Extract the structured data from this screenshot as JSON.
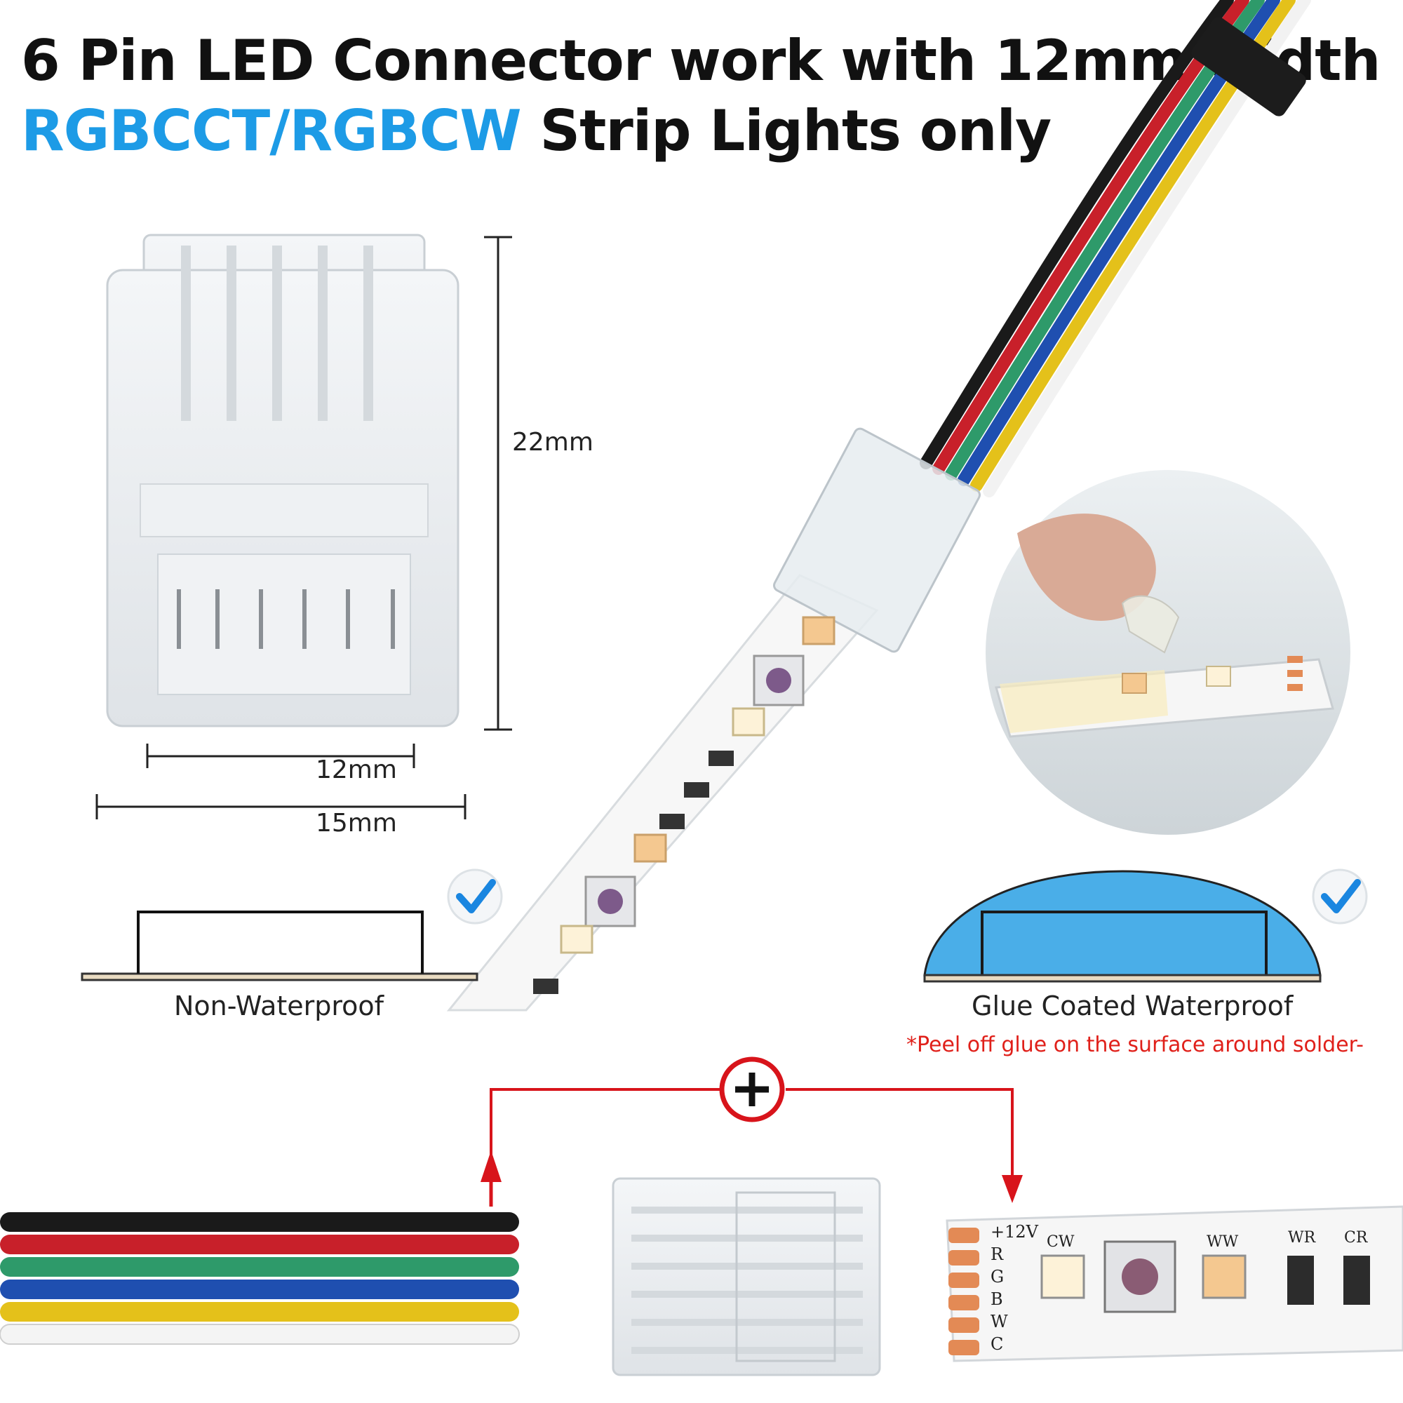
{
  "title": {
    "line1": "6 Pin LED Connector work with 12mm width",
    "line2_accent": "RGBCCT/RGBCW",
    "line2_rest": " Strip Lights only"
  },
  "dimensions": {
    "height": "22mm",
    "inner_width": "12mm",
    "outer_width": "15mm"
  },
  "options": {
    "non_waterproof": "Non-Waterproof",
    "waterproof": "Glue Coated Waterproof",
    "waterproof_note": "*Peel off glue on the surface around solder-"
  },
  "strip_labels": {
    "pads": [
      "+12V",
      "R",
      "G",
      "B",
      "W",
      "C"
    ],
    "leds": [
      "CW",
      "WW",
      "WR",
      "CR"
    ]
  },
  "colors": {
    "accent": "#1d9be6",
    "waterproof_fill": "#4aaee8",
    "note": "#e0201a",
    "arrow": "#d8141b",
    "check": "#1a86e0",
    "wires": [
      "#1a1a1a",
      "#c8202a",
      "#2e9a6a",
      "#1f4fb0",
      "#e4c11a",
      "#f4f4f4"
    ]
  },
  "icons": {
    "check": "check-icon",
    "plus": "plus-icon",
    "arrow_up": "arrow-up-icon",
    "arrow_down": "arrow-down-icon"
  }
}
